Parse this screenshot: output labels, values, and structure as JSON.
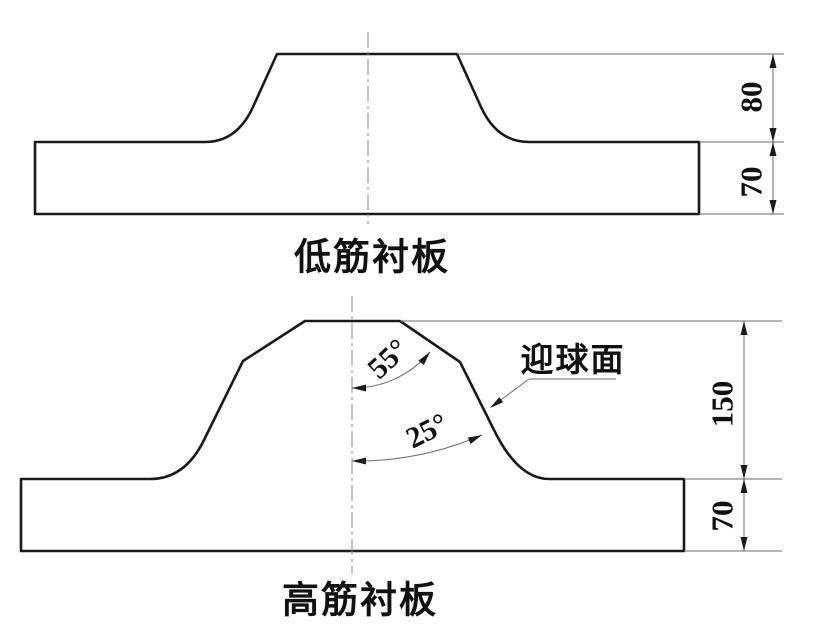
{
  "top_drawing": {
    "label": "低筋衬板",
    "rib_height": "80",
    "base_thickness": "70"
  },
  "bottom_drawing": {
    "label": "高筋衬板",
    "rib_height": "150",
    "base_thickness": "70",
    "upper_angle": "55°",
    "lower_angle": "25°",
    "surface_label": "迎球面"
  },
  "colors": {
    "outline": "#1a1a1a",
    "thin_line": "#6e6e6e",
    "centerline": "#8a8a8a",
    "background": "#ffffff"
  }
}
